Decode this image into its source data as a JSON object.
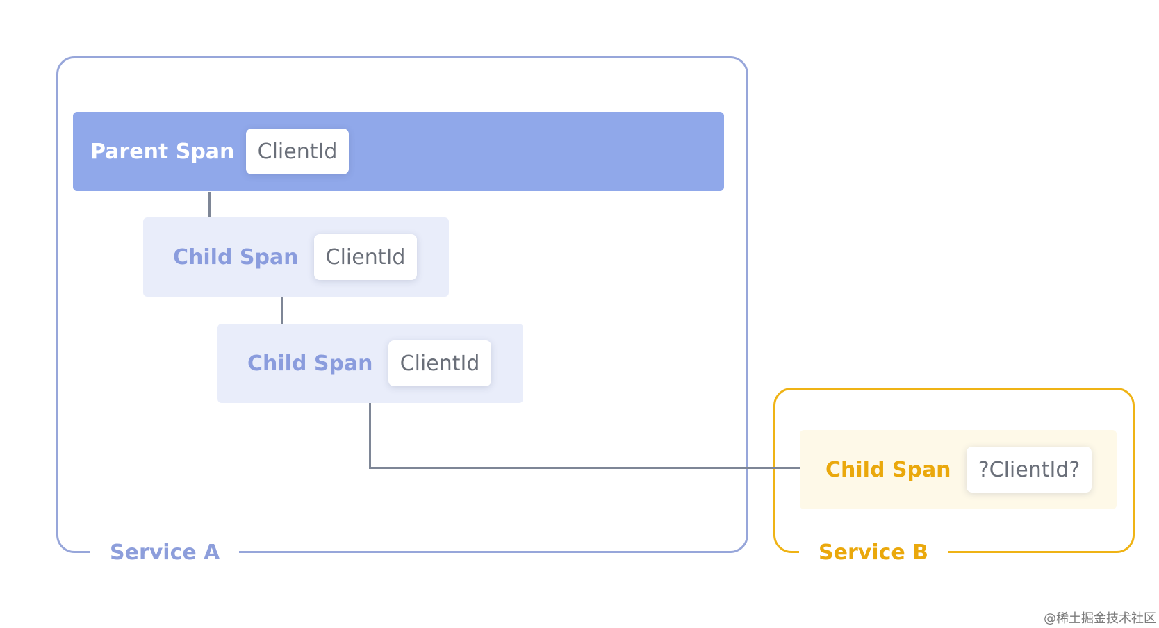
{
  "services": [
    {
      "label": "Service A",
      "color": "#97A6DA"
    },
    {
      "label": "Service B",
      "color": "#EFB315"
    }
  ],
  "spans": {
    "parent": {
      "title": "Parent Span",
      "chip": "ClientId"
    },
    "child1": {
      "title": "Child Span",
      "chip": "ClientId"
    },
    "child2": {
      "title": "Child Span",
      "chip": "ClientId"
    },
    "child3": {
      "title": "Child Span",
      "chip": "?ClientId?"
    }
  },
  "colors": {
    "parent_fill": "#90A8EA",
    "child_fill": "#E9EDFA",
    "service_b_fill": "#FEF9E8",
    "connector": "#7E8696"
  },
  "watermark": "@稀土掘金技术社区"
}
